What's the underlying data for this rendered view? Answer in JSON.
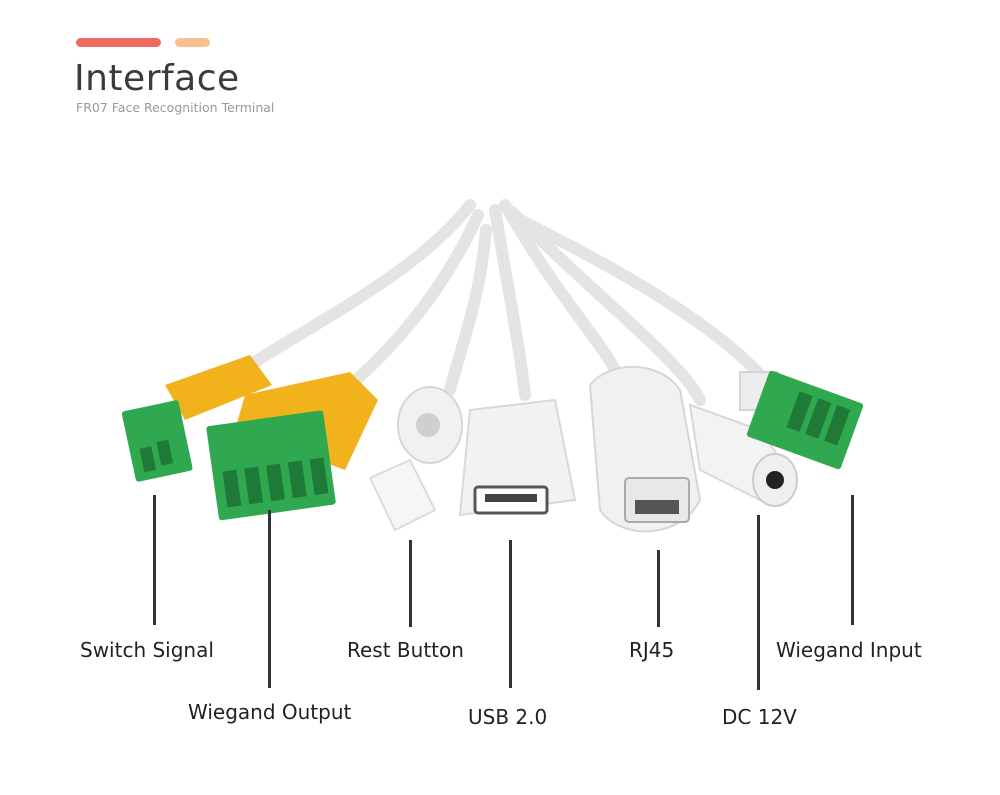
{
  "header": {
    "title": "Interface",
    "subtitle": "FR07 Face Recognition Terminal"
  },
  "accent_colors": {
    "bar_primary": "#ef6a5e",
    "bar_secondary": "#f7c08f",
    "terminal_green": "#2fa84f",
    "boot_yellow": "#f2b21b"
  },
  "labels": {
    "switch_signal": "Switch Signal",
    "wiegand_output": "Wiegand Output",
    "rest_button": "Rest Button",
    "usb": "USB 2.0",
    "rj45": "RJ45",
    "dc": "DC 12V",
    "wiegand_input": "Wiegand Input"
  }
}
